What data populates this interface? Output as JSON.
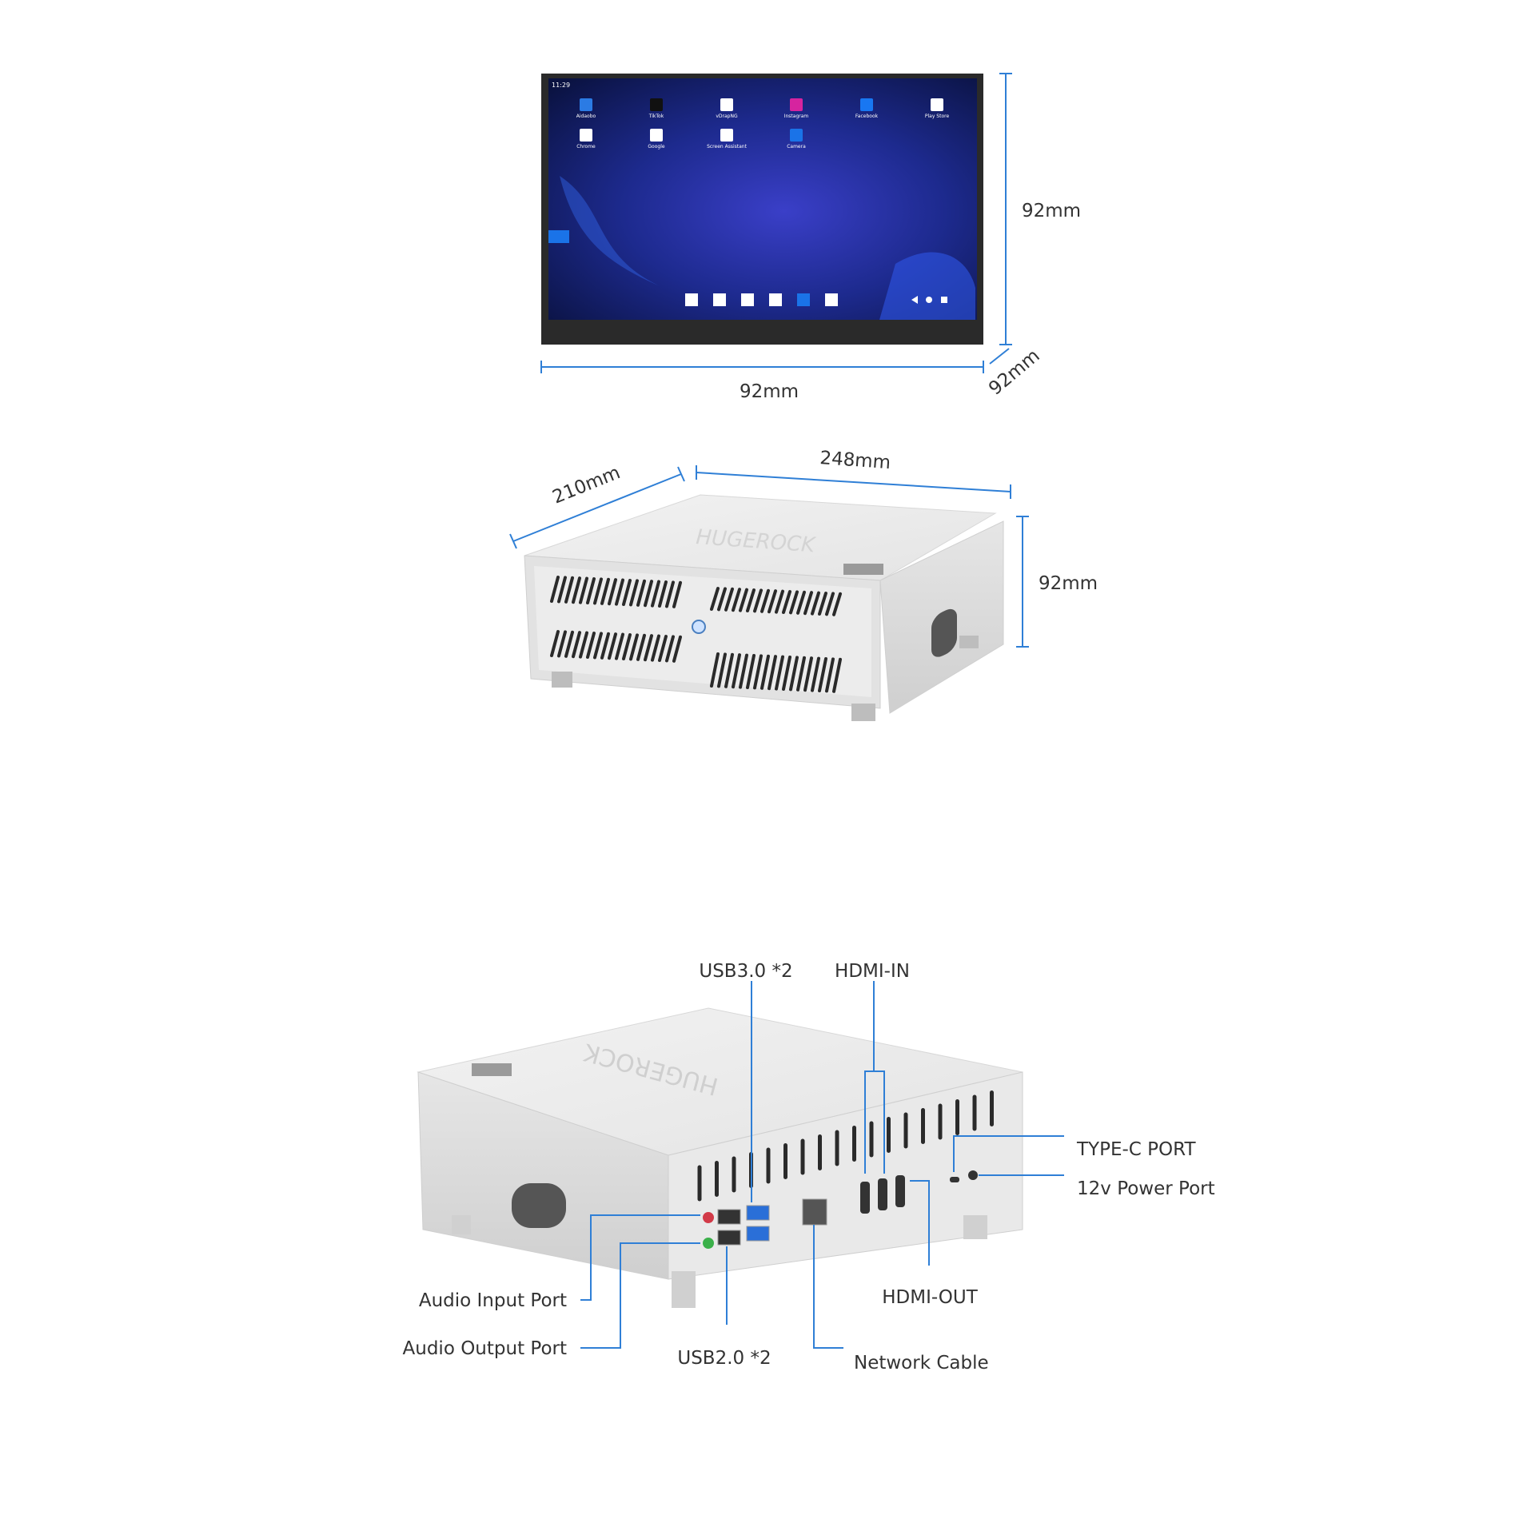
{
  "monitor": {
    "status_time": "11:29",
    "apps": [
      {
        "label": "Aidaobo",
        "color": "#2b7be4"
      },
      {
        "label": "TikTok",
        "color": "#111111"
      },
      {
        "label": "vDrapNG",
        "color": "#ffffff"
      },
      {
        "label": "Instagram",
        "color": "#d6249f"
      },
      {
        "label": "Facebook",
        "color": "#1877f2"
      },
      {
        "label": "Play Store",
        "color": "#ffffff"
      },
      {
        "label": "Chrome",
        "color": "#ffffff"
      },
      {
        "label": "Google",
        "color": "#ffffff"
      },
      {
        "label": "Screen Assistant",
        "color": "#ffffff"
      },
      {
        "label": "Camera",
        "color": "#1a73e8"
      }
    ],
    "width_label": "92mm",
    "height_label": "92mm",
    "depth_label": "92mm"
  },
  "front_view": {
    "brand": "HUGEROCK",
    "depth_label": "210mm",
    "width_label": "248mm",
    "height_label": "92mm"
  },
  "rear_view": {
    "labels": {
      "usb3": "USB3.0 *2",
      "hdmi_in": "HDMI-IN",
      "type_c": "TYPE-C PORT",
      "power": "12v Power Port",
      "hdmi_out": "HDMI-OUT",
      "audio_in": "Audio Input Port",
      "audio_out": "Audio Output Port",
      "usb2": "USB2.0 *2",
      "network": "Network Cable"
    }
  },
  "colors": {
    "leader": "#2f7fd6",
    "dimension": "#2f7fd6"
  }
}
